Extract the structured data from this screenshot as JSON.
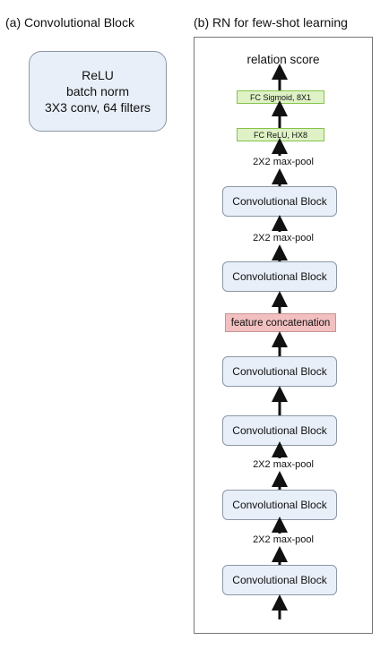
{
  "panel_a": {
    "title": "(a) Convolutional Block",
    "layers": [
      "ReLU",
      "batch norm",
      "3X3 conv, 64 filters"
    ]
  },
  "panel_b": {
    "title": "(b) RN for few-shot learning",
    "relation_score": "relation score",
    "fc_sigmoid": "FC Sigmoid,  8X1",
    "fc_relu": "FC ReLU, HX8",
    "pool_top": "2X2 max-pool",
    "conv_1": "Convolutional Block",
    "pool_2": "2X2 max-pool",
    "conv_2": "Convolutional Block",
    "concat": "feature concatenation",
    "conv_3": "Convolutional Block",
    "conv_4": "Convolutional Block",
    "pool_3": "2X2 max-pool",
    "conv_5": "Convolutional Block",
    "pool_4": "2X2 max-pool",
    "conv_6": "Convolutional Block"
  }
}
